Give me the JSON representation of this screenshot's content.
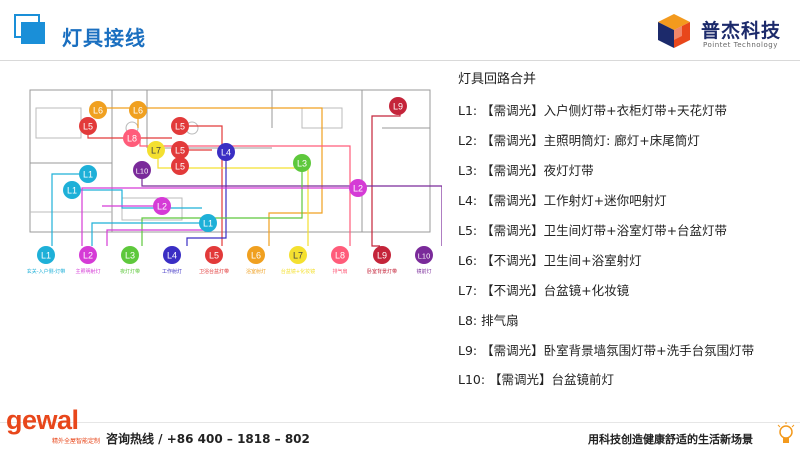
{
  "header": {
    "title": "灯具接线",
    "logo_text": "普杰科技",
    "logo_sub": "Pointet  Technology"
  },
  "panel": {
    "heading": "灯具回路合并",
    "circuits": [
      "L1: 【需调光】入户侧灯带+衣柜灯带+天花灯带",
      "L2: 【需调光】主照明筒灯: 廊灯+床尾筒灯",
      "L3: 【需调光】夜灯灯带",
      "L4: 【需调光】工作射灯+迷你吧射灯",
      "L5: 【需调光】卫生间灯带+浴室灯带+台盆灯带",
      "L6: 【不调光】卫生间+浴室射灯",
      "L7: 【不调光】台盆镜+化妆镜",
      "L8: 排气扇",
      "L9: 【需调光】卧室背景墙氛围灯带+洗手台氛围灯带",
      "L10: 【需调光】台盆镜前灯"
    ]
  },
  "diagram": {
    "legend": [
      {
        "id": "L1",
        "color": "#1eb0d8",
        "caption": "玄关-入户侧-灯带"
      },
      {
        "id": "L2",
        "color": "#d53bd6",
        "caption": "主照明射灯"
      },
      {
        "id": "L3",
        "color": "#5ec83c",
        "caption": "夜灯灯带"
      },
      {
        "id": "L4",
        "color": "#3a2ec4",
        "caption": "工作射灯"
      },
      {
        "id": "L5",
        "color": "#e23a3a",
        "caption": "卫浴台盆灯带"
      },
      {
        "id": "L6",
        "color": "#f0a020",
        "caption": "浴室射灯"
      },
      {
        "id": "L7",
        "color": "#f4e030",
        "caption": "台盆镜+化妆镜"
      },
      {
        "id": "L8",
        "color": "#ff5c7a",
        "caption": "排气扇"
      },
      {
        "id": "L9",
        "color": "#c4243a",
        "caption": "卧室背景灯带"
      },
      {
        "id": "L10",
        "color": "#7a2a9a",
        "caption": "镜前灯"
      }
    ],
    "markers": [
      {
        "id": "L6",
        "color": "#f0a020"
      },
      {
        "id": "L6",
        "color": "#f0a020"
      },
      {
        "id": "L9",
        "color": "#c4243a"
      },
      {
        "id": "L5",
        "color": "#e23a3a"
      },
      {
        "id": "L5",
        "color": "#e23a3a"
      },
      {
        "id": "L8",
        "color": "#ff5c7a"
      },
      {
        "id": "L5",
        "color": "#e23a3a"
      },
      {
        "id": "L7",
        "color": "#f4e030"
      },
      {
        "id": "L5",
        "color": "#e23a3a"
      },
      {
        "id": "L4",
        "color": "#3a2ec4"
      },
      {
        "id": "L10",
        "color": "#7a2a9a"
      },
      {
        "id": "L3",
        "color": "#5ec83c"
      },
      {
        "id": "L1",
        "color": "#1eb0d8"
      },
      {
        "id": "L1",
        "color": "#1eb0d8"
      },
      {
        "id": "L2",
        "color": "#d53bd6"
      },
      {
        "id": "L2",
        "color": "#d53bd6"
      },
      {
        "id": "L1",
        "color": "#1eb0d8"
      }
    ]
  },
  "footer": {
    "brand": "gewal",
    "brand_sub": "精外全屋智能定制",
    "hotline": "咨询热线 / +86 400 – 1818 – 802",
    "slogan": "用科技创造健康舒适的生活新场景"
  }
}
